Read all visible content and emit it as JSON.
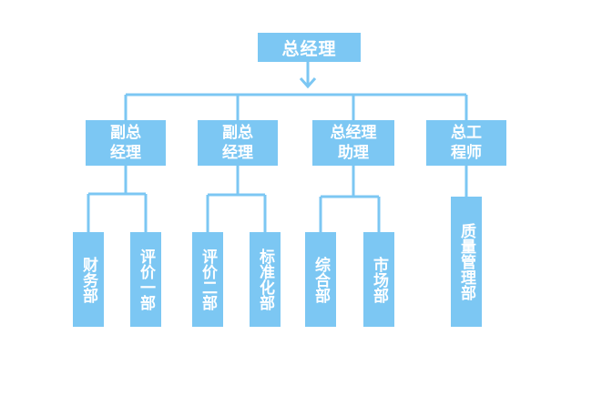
{
  "org": {
    "top": "总经理",
    "level2": [
      {
        "label": "副总\n经理"
      },
      {
        "label": "副总\n经理"
      },
      {
        "label": "总经理\n助理"
      },
      {
        "label": "总工\n程师"
      }
    ],
    "departments": [
      {
        "label": "财务部"
      },
      {
        "label": "评价一部"
      },
      {
        "label": "评价二部"
      },
      {
        "label": "标准化部"
      },
      {
        "label": "综合部"
      },
      {
        "label": "市场部"
      },
      {
        "label": "质量管理部"
      }
    ]
  },
  "colors": {
    "box": "#7cc7f3",
    "line": "#7cc7f3",
    "text": "#ffffff"
  }
}
